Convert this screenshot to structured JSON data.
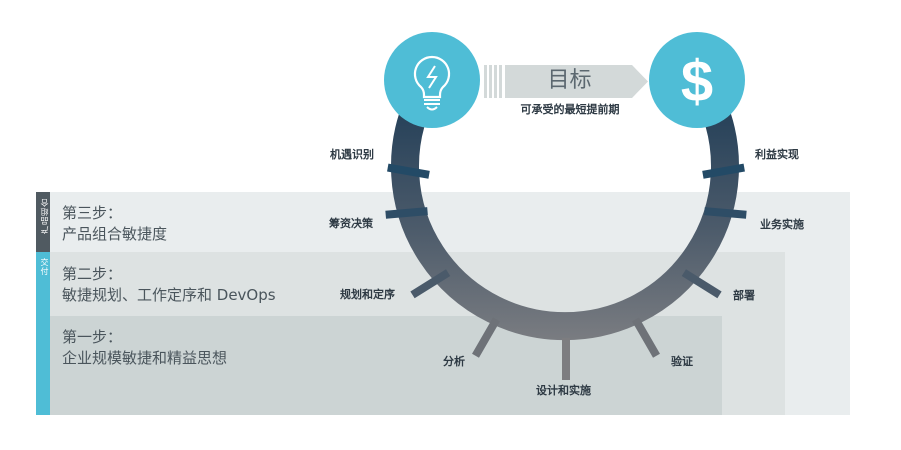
{
  "colors": {
    "accent_blue": "#4fbdd6",
    "ring_top": "#284a63",
    "ring_bottom": "#8a8a8c",
    "panel_outer": "#e9edee",
    "panel_middle": "#dde2e2",
    "panel_inner": "#ccd4d4",
    "tab_dark": "#505a61"
  },
  "side_tabs": {
    "portfolio": "产品组合",
    "delivery": "交付"
  },
  "steps": [
    {
      "title": "第三步：",
      "desc": "产品组合敏捷度"
    },
    {
      "title": "第二步：",
      "desc": "敏捷规划、工作定序和 DevOps"
    },
    {
      "title": "第一步：",
      "desc": "企业规模敏捷和精益思想"
    }
  ],
  "goal": {
    "title": "目标",
    "subtitle": "可承受的最短提前期",
    "start_icon": "lightbulb-icon",
    "end_icon": "dollar-icon",
    "end_symbol": "$"
  },
  "cycle_stages": [
    {
      "label": "机遇识别"
    },
    {
      "label": "筹资决策"
    },
    {
      "label": "规划和定序"
    },
    {
      "label": "分析"
    },
    {
      "label": "设计和实施"
    },
    {
      "label": "验证"
    },
    {
      "label": "部署"
    },
    {
      "label": "业务实施"
    },
    {
      "label": "利益实现"
    }
  ]
}
